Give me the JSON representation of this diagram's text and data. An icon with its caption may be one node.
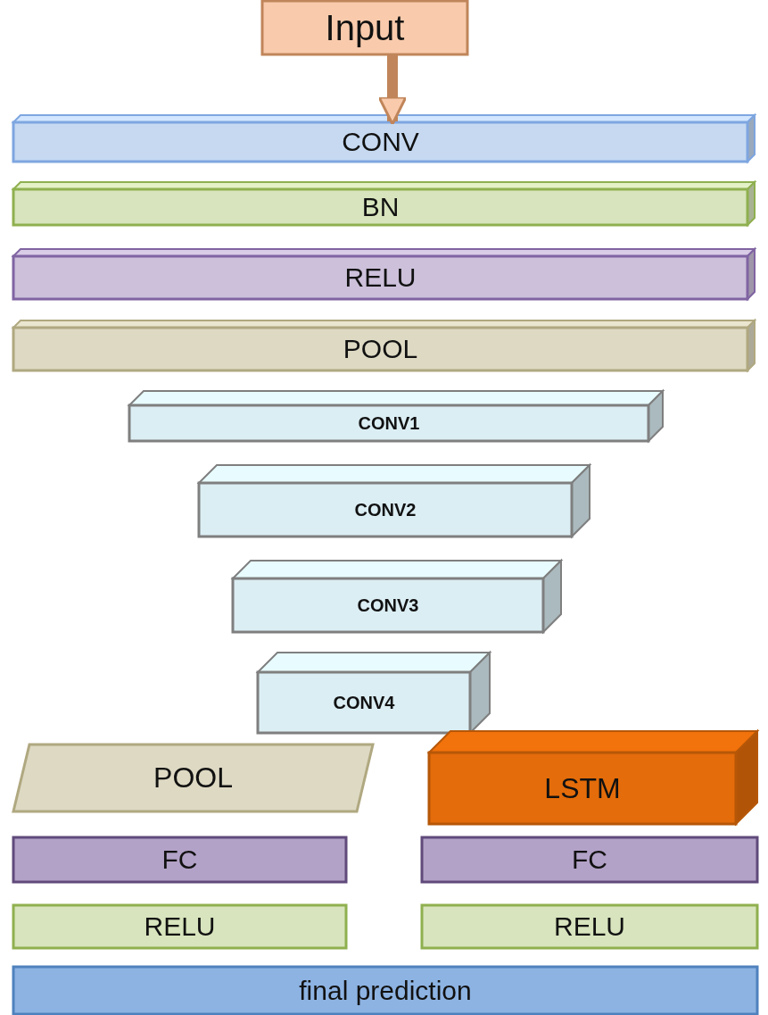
{
  "diagram": {
    "nodes": [
      {
        "text": [
          "Input"
        ]
      },
      {
        "text": [
          "CONV"
        ]
      },
      {
        "text": [
          "BN"
        ]
      },
      {
        "text": [
          "RELU"
        ]
      },
      {
        "text": [
          "POOL"
        ]
      },
      {
        "text": [
          "CONV1"
        ]
      },
      {
        "text": [
          "CONV2"
        ]
      },
      {
        "text": [
          "CONV3"
        ]
      },
      {
        "text": [
          "CONV4"
        ]
      },
      {
        "text": [
          "POOL"
        ]
      },
      {
        "text": [
          "LSTM"
        ]
      },
      {
        "text": [
          "FC"
        ]
      },
      {
        "text": [
          "FC"
        ]
      },
      {
        "text": [
          "RELU"
        ]
      },
      {
        "text": [
          "RELU"
        ]
      },
      {
        "text": [
          "final prediction"
        ]
      }
    ],
    "edges": [
      {
        "from": 0,
        "to": 1,
        "arrow": "to"
      }
    ]
  }
}
